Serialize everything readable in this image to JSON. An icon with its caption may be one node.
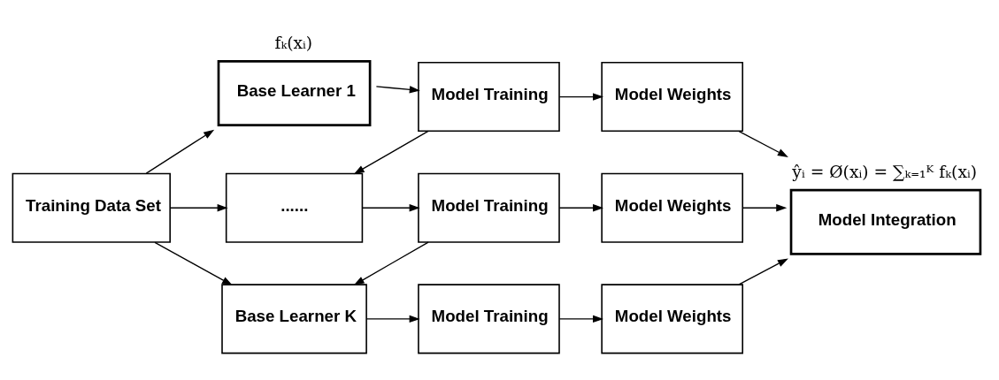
{
  "diagram": {
    "nodes": [
      {
        "text": [
          "Training Data Set"
        ]
      },
      {
        "text": [
          "Base Learner 1"
        ],
        "beside": [
          "fₖ(xᵢ)"
        ]
      },
      {
        "text": [
          "Model Training"
        ]
      },
      {
        "text": [
          "Model Weights"
        ]
      },
      {
        "text": [
          "......"
        ]
      },
      {
        "text": [
          "Model Training"
        ]
      },
      {
        "text": [
          "Model Weights"
        ]
      },
      {
        "text": [
          "Base Learner K"
        ]
      },
      {
        "text": [
          "Model Training"
        ]
      },
      {
        "text": [
          "Model Weights"
        ]
      },
      {
        "text": [
          "Model Integration"
        ],
        "beside": [
          "ŷᵢ = Ø(xᵢ) = ∑ₖ₌₁ᴷ fₖ(xᵢ)"
        ]
      }
    ],
    "edges": [
      {
        "from": 0,
        "to": 1,
        "arrow": "to"
      },
      {
        "from": 0,
        "to": 4,
        "arrow": "to"
      },
      {
        "from": 0,
        "to": 7,
        "arrow": "to"
      },
      {
        "from": 1,
        "to": 2,
        "arrow": "to"
      },
      {
        "from": 2,
        "to": 3,
        "arrow": "to"
      },
      {
        "from": 2,
        "to": 4,
        "arrow": "to"
      },
      {
        "from": 4,
        "to": 5,
        "arrow": "to"
      },
      {
        "from": 5,
        "to": 6,
        "arrow": "to"
      },
      {
        "from": 5,
        "to": 7,
        "arrow": "to"
      },
      {
        "from": 7,
        "to": 8,
        "arrow": "to"
      },
      {
        "from": 8,
        "to": 9,
        "arrow": "to"
      },
      {
        "from": 3,
        "to": 10,
        "arrow": "to"
      },
      {
        "from": 6,
        "to": 10,
        "arrow": "to"
      },
      {
        "from": 9,
        "to": 10,
        "arrow": "to"
      }
    ]
  }
}
